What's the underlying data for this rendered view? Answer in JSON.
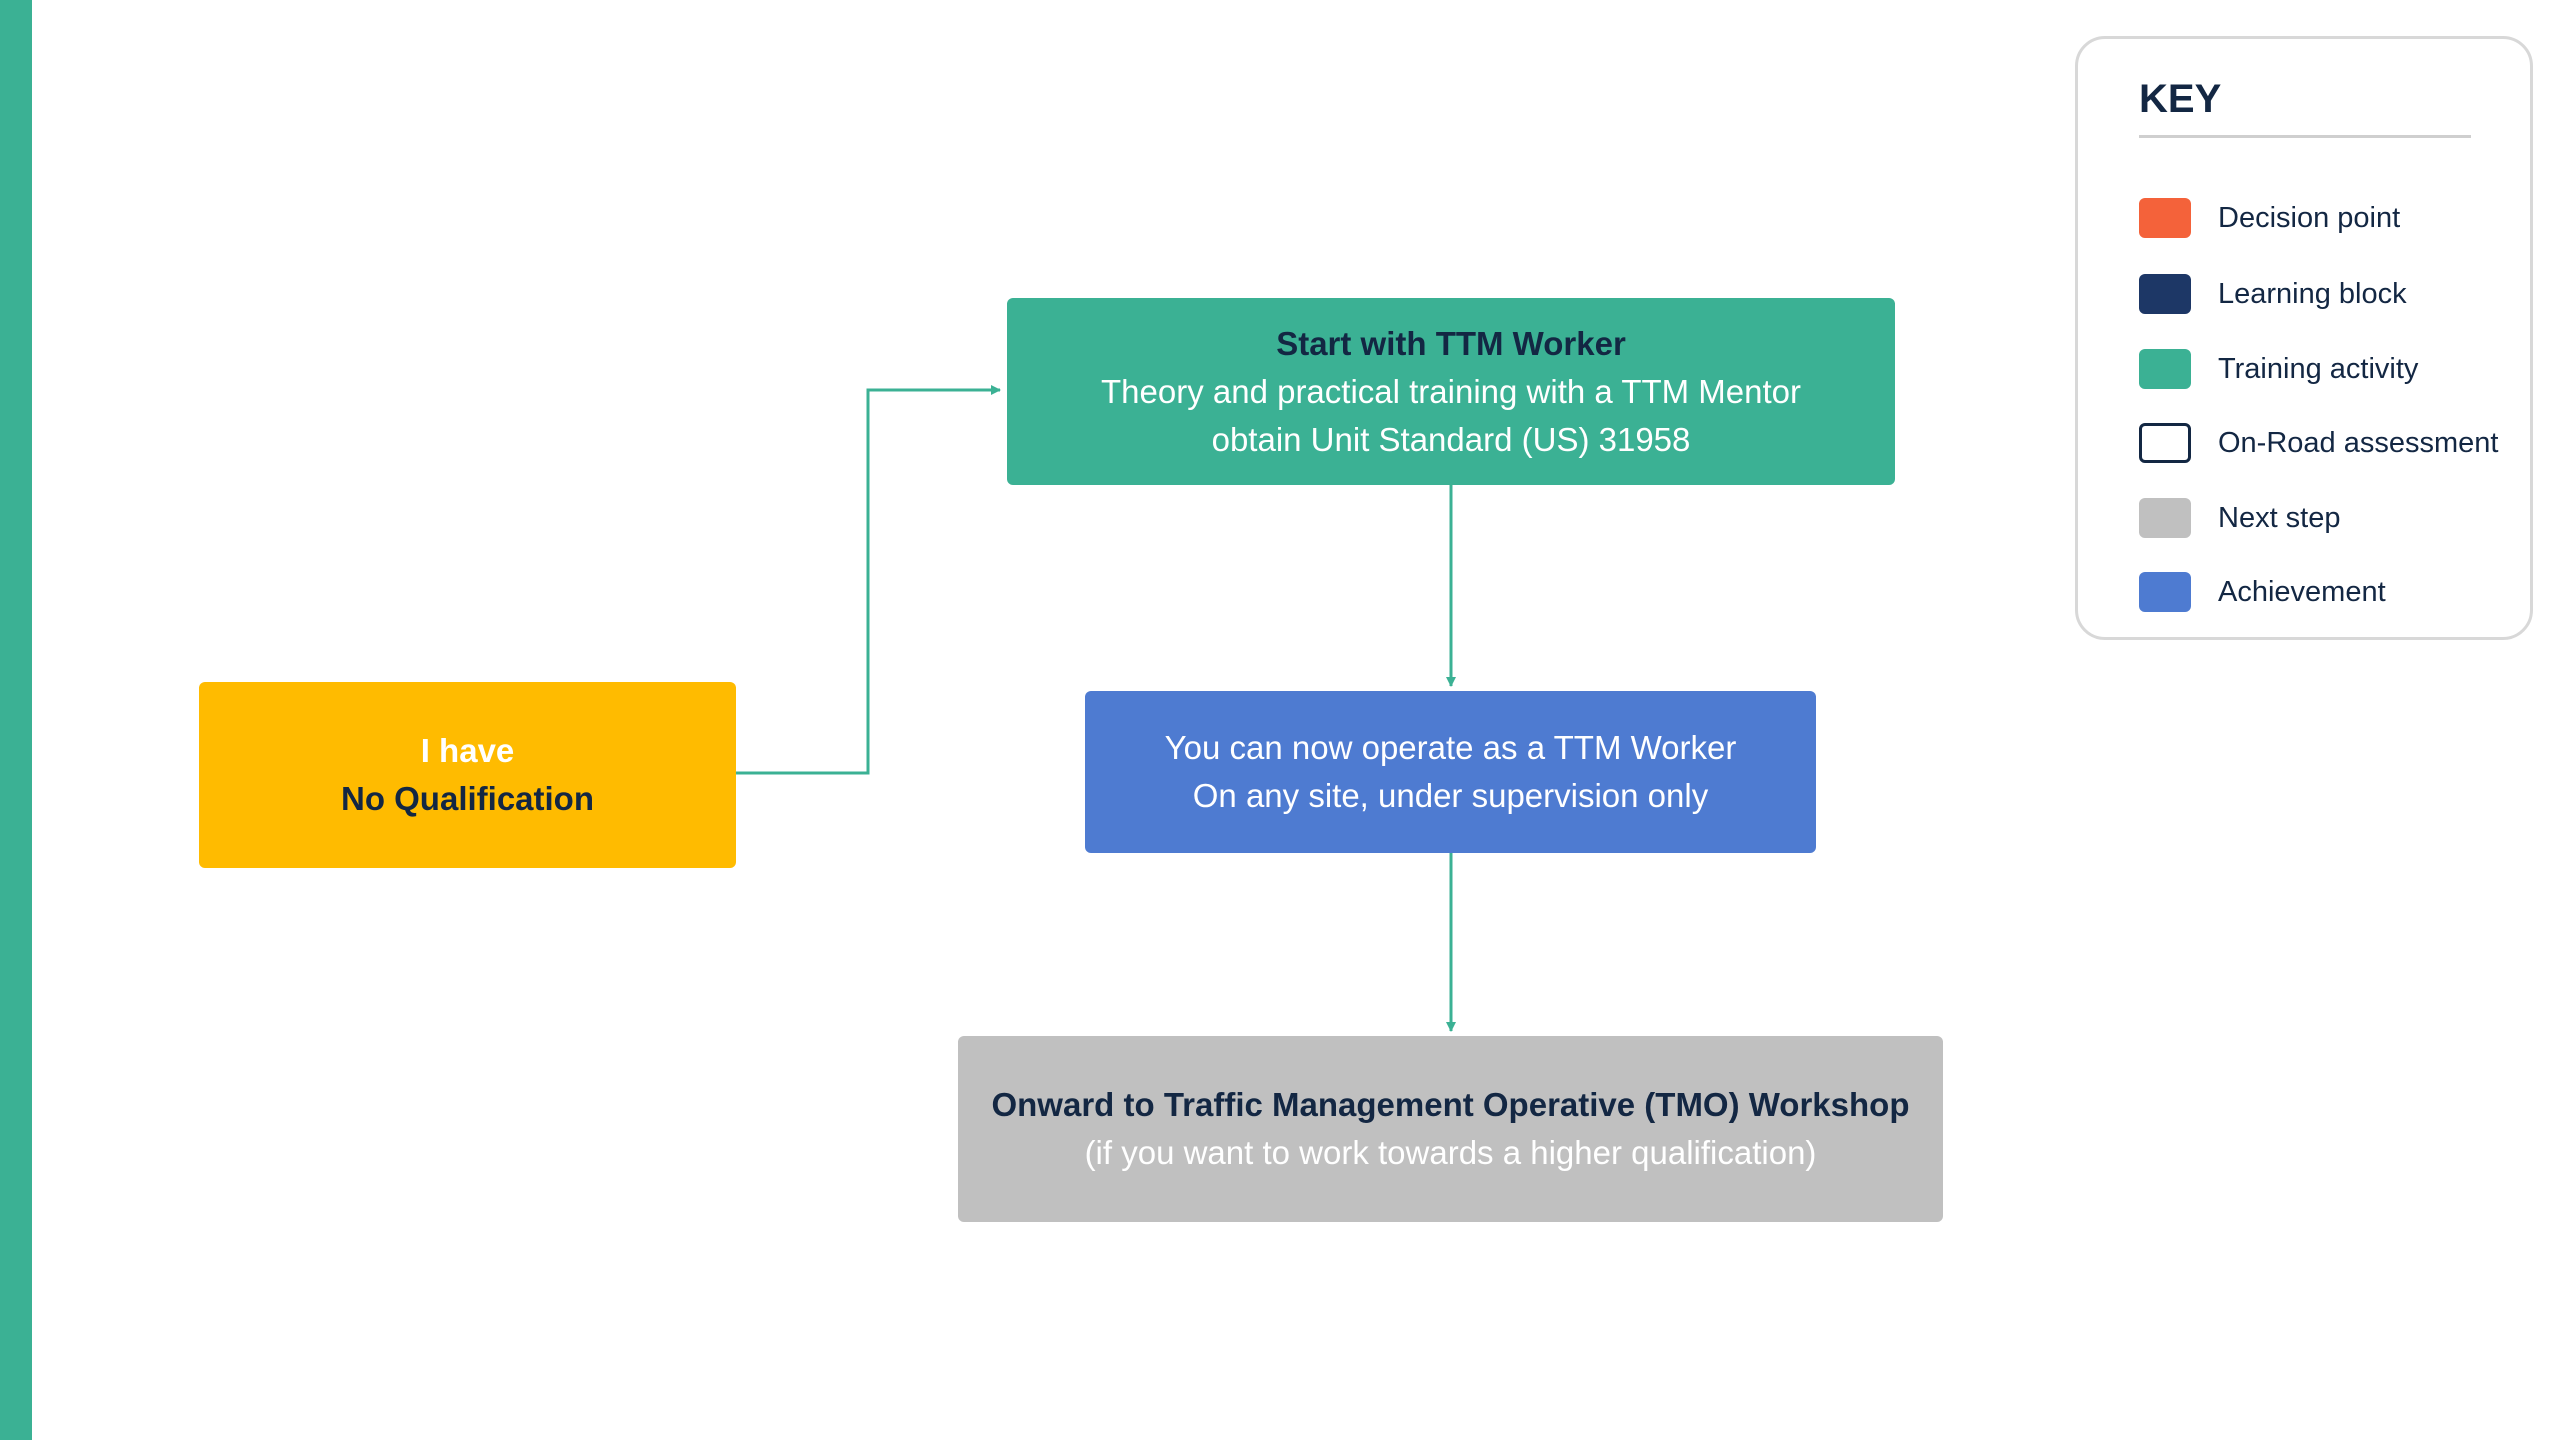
{
  "colors": {
    "accent_bar": "#3bb194",
    "decision": "#f4623a",
    "learning": "#1d3766",
    "training": "#3bb194",
    "assessment": "#ffffff",
    "next_step": "#c0c0c0",
    "achievement": "#4e7bd1",
    "start_point": "#ffbb00",
    "text_dark": "#132743",
    "connector": "#3bb194"
  },
  "nodes": {
    "start": {
      "title": "Start with TTM Worker",
      "line2": "Theory and practical training with a TTM Mentor",
      "line3": "obtain Unit Standard (US) 31958"
    },
    "no_qualification": {
      "line1": "I have",
      "line2": "No Qualification"
    },
    "achievement": {
      "line1": "You can now operate as a TTM Worker",
      "line2": "On any site, under supervision only"
    },
    "next_step": {
      "title": "Onward to Traffic Management Operative (TMO) Workshop",
      "line2": "(if you want to work towards a higher qualification)"
    }
  },
  "key": {
    "title": "KEY",
    "items": [
      {
        "label": "Decision point",
        "color": "#f4623a",
        "outlined": false
      },
      {
        "label": "Learning block",
        "color": "#1d3766",
        "outlined": false
      },
      {
        "label": "Training activity",
        "color": "#3bb194",
        "outlined": false
      },
      {
        "label": "On-Road assessment",
        "color": "#ffffff",
        "outlined": true
      },
      {
        "label": "Next step",
        "color": "#c0c0c0",
        "outlined": false
      },
      {
        "label": "Achievement",
        "color": "#4e7bd1",
        "outlined": false
      }
    ]
  }
}
